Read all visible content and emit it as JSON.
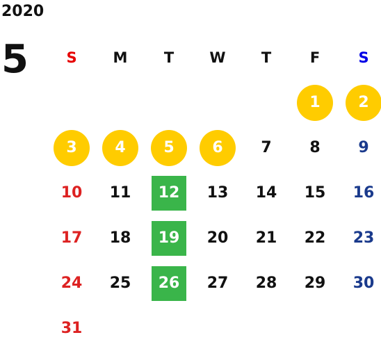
{
  "calendar": {
    "year": "2020",
    "month": "5",
    "weekdays": [
      "S",
      "M",
      "T",
      "W",
      "T",
      "F",
      "S"
    ],
    "leading_blanks": 5,
    "days": [
      {
        "label": "1",
        "weekday": 5,
        "style": "holiday"
      },
      {
        "label": "2",
        "weekday": 6,
        "style": "holiday"
      },
      {
        "label": "3",
        "weekday": 0,
        "style": "holiday"
      },
      {
        "label": "4",
        "weekday": 1,
        "style": "holiday"
      },
      {
        "label": "5",
        "weekday": 2,
        "style": "holiday"
      },
      {
        "label": "6",
        "weekday": 3,
        "style": "holiday"
      },
      {
        "label": "7",
        "weekday": 4,
        "style": "normal"
      },
      {
        "label": "8",
        "weekday": 5,
        "style": "normal"
      },
      {
        "label": "9",
        "weekday": 6,
        "style": "normal"
      },
      {
        "label": "10",
        "weekday": 0,
        "style": "normal"
      },
      {
        "label": "11",
        "weekday": 1,
        "style": "normal"
      },
      {
        "label": "12",
        "weekday": 2,
        "style": "green"
      },
      {
        "label": "13",
        "weekday": 3,
        "style": "normal"
      },
      {
        "label": "14",
        "weekday": 4,
        "style": "normal"
      },
      {
        "label": "15",
        "weekday": 5,
        "style": "normal"
      },
      {
        "label": "16",
        "weekday": 6,
        "style": "normal"
      },
      {
        "label": "17",
        "weekday": 0,
        "style": "normal"
      },
      {
        "label": "18",
        "weekday": 1,
        "style": "normal"
      },
      {
        "label": "19",
        "weekday": 2,
        "style": "green"
      },
      {
        "label": "20",
        "weekday": 3,
        "style": "normal"
      },
      {
        "label": "21",
        "weekday": 4,
        "style": "normal"
      },
      {
        "label": "22",
        "weekday": 5,
        "style": "normal"
      },
      {
        "label": "23",
        "weekday": 6,
        "style": "normal"
      },
      {
        "label": "24",
        "weekday": 0,
        "style": "normal"
      },
      {
        "label": "25",
        "weekday": 1,
        "style": "normal"
      },
      {
        "label": "26",
        "weekday": 2,
        "style": "green"
      },
      {
        "label": "27",
        "weekday": 3,
        "style": "normal"
      },
      {
        "label": "28",
        "weekday": 4,
        "style": "normal"
      },
      {
        "label": "29",
        "weekday": 5,
        "style": "normal"
      },
      {
        "label": "30",
        "weekday": 6,
        "style": "normal"
      },
      {
        "label": "31",
        "weekday": 0,
        "style": "normal"
      }
    ],
    "colors": {
      "sunday_header": "#e60000",
      "saturday_header": "#0000e6",
      "sunday_date": "#dd2222",
      "saturday_date": "#1a3a8c",
      "holiday_circle": "#ffcc00",
      "green_box": "#3ab54a"
    }
  }
}
